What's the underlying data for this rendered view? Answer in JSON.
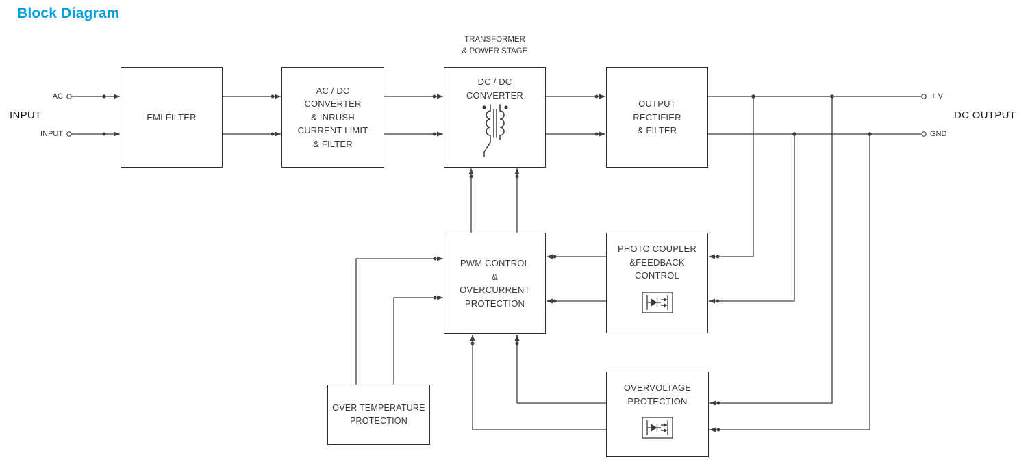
{
  "title": "Block Diagram",
  "colors": {
    "title": "#00a0e0",
    "line": "#3f3f3f",
    "text": "#3a3a3a",
    "border": "#2e2e2e"
  },
  "labels": {
    "transformer_stage": "TRANSFORMER\n& POWER STAGE",
    "input_group": "INPUT",
    "terminal_ac": "AC",
    "terminal_input": "INPUT",
    "output_group": "DC OUTPUT",
    "terminal_vplus": "+ V",
    "terminal_gnd": "GND"
  },
  "blocks": {
    "emi_filter": {
      "label": "EMI FILTER"
    },
    "acdc_converter": {
      "label": "AC / DC\nCONVERTER\n& INRUSH\nCURRENT LIMIT\n& FILTER"
    },
    "dcdc_converter": {
      "label": "DC / DC\nCONVERTER"
    },
    "output_rectifier": {
      "label": "OUTPUT\nRECTIFIER\n& FILTER"
    },
    "pwm_control": {
      "label": "PWM CONTROL\n&\nOVERCURRENT\nPROTECTION"
    },
    "photo_coupler": {
      "label": "PHOTO COUPLER\n&FEEDBACK\nCONTROL"
    },
    "over_temperature_protection": {
      "label": "OVER TEMPERATURE\nPROTECTION"
    },
    "overvoltage_protection": {
      "label": "OVERVOLTAGE\nPROTECTION"
    }
  }
}
